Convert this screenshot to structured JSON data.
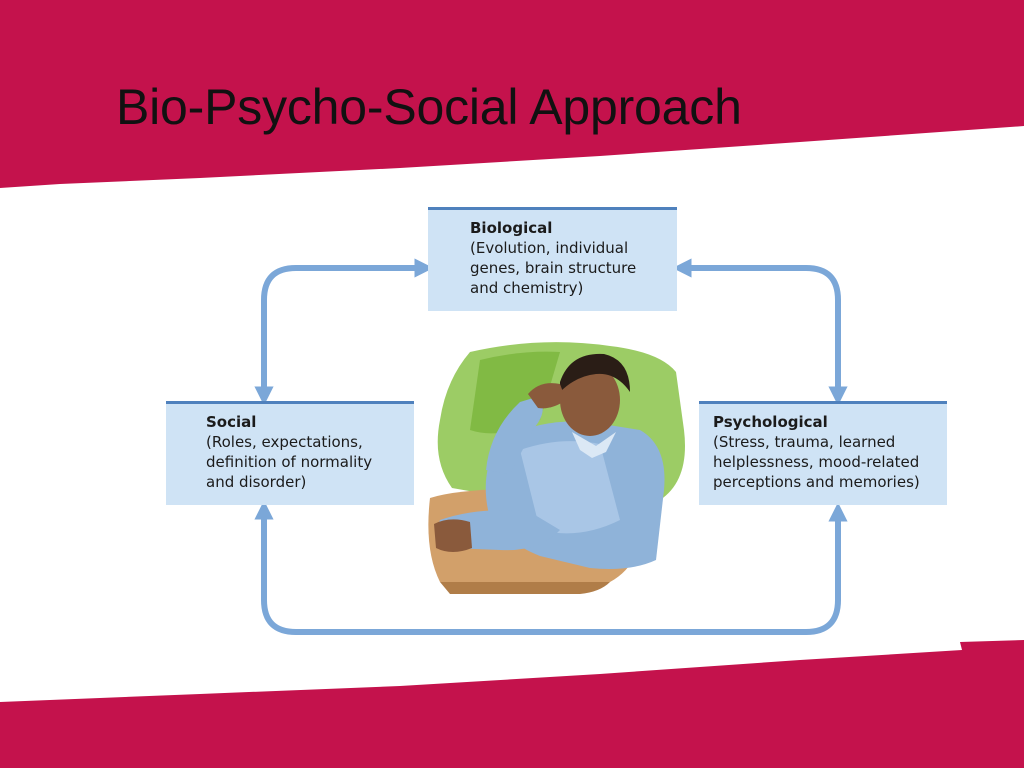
{
  "slide": {
    "title": "Bio-Psycho-Social Approach",
    "background_color": "#c4124c",
    "panel_color": "#ffffff"
  },
  "diagram": {
    "nodes": {
      "biological": {
        "heading": "Biological",
        "description": "(Evolution, individual\ngenes, brain structure\nand chemistry)"
      },
      "social": {
        "heading": "Social",
        "description": "(Roles, expectations,\ndefinition of normality\nand disorder)"
      },
      "psychological": {
        "heading": "Psychological",
        "description": "(Stress, trauma, learned\nhelplessness, mood-related\nperceptions and memories)"
      }
    },
    "colors": {
      "box_fill": "#cfe3f5",
      "box_border": "#4f81bd",
      "arrow": "#7ba7d8"
    },
    "center_image": "person-thinking-illustration"
  }
}
